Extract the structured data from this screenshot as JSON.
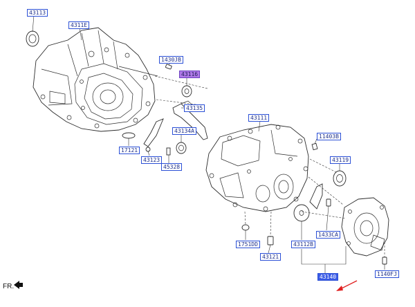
{
  "labels": {
    "l43113": "43113",
    "l4311e": "4311E",
    "l1430jb": "1430JB",
    "l43116": "43116",
    "l43135": "43135",
    "l43111": "43111",
    "l43134a": "43134A",
    "l11403b": "11403B",
    "l17121": "17121",
    "l43123": "43123",
    "l45328": "45328",
    "l43119": "43119",
    "l1433ca": "1433CA",
    "l1751dd": "1751DD",
    "l43112b": "43112B",
    "l43121": "43121",
    "l43140": "43140",
    "l1140fj": "1140FJ"
  },
  "direction": {
    "text": "FR."
  },
  "colors": {
    "callout_border": "#2a4fd6",
    "highlight_blue": "#3b5ce6",
    "highlight_purple": "#b07ae8",
    "pointer_arrow": "#e02020"
  },
  "icons": {
    "direction": "front-arrow-icon",
    "pointer": "red-arrow-icon"
  }
}
